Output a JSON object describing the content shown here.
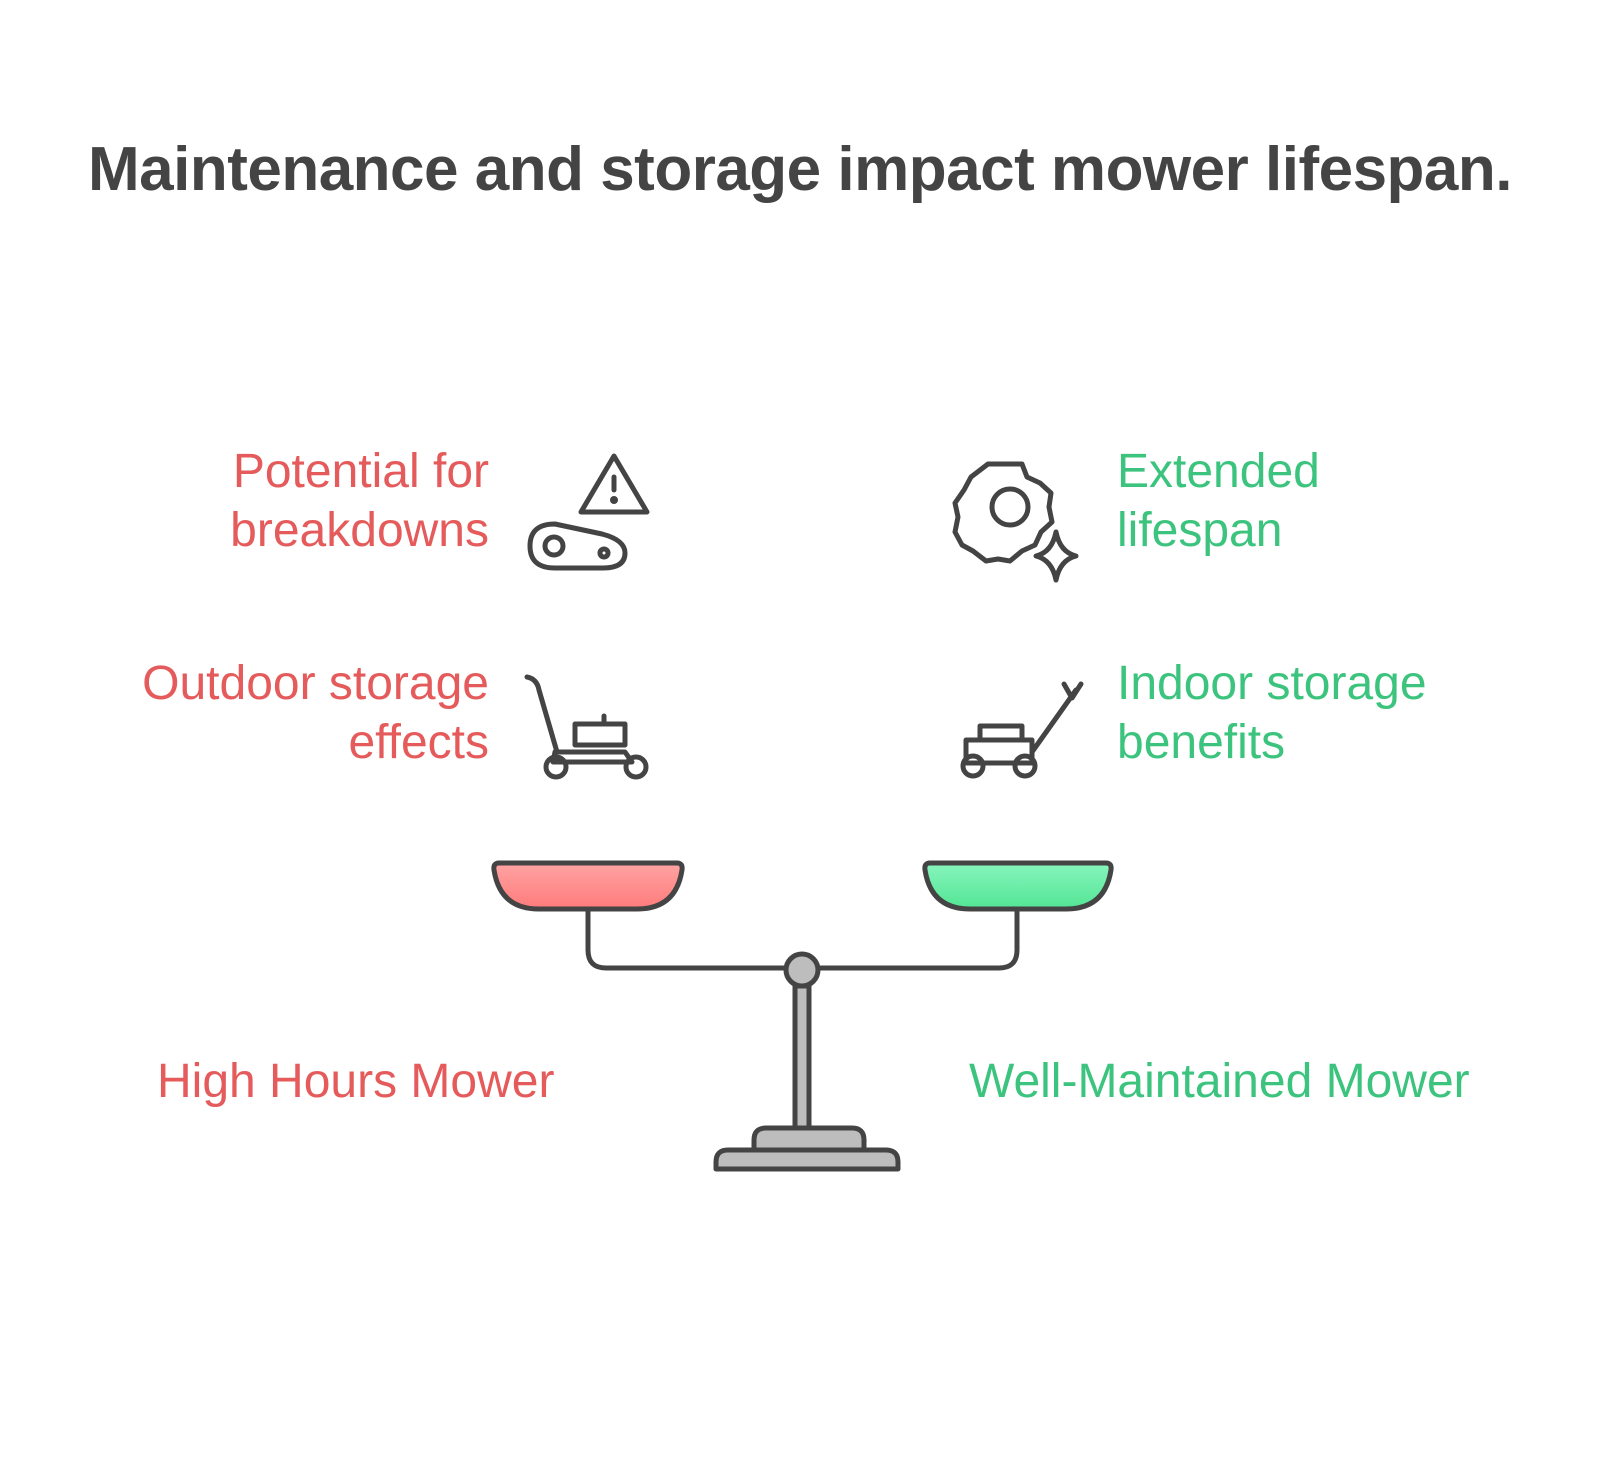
{
  "title": "Maintenance and storage impact mower lifespan.",
  "left": {
    "name": "High Hours Mower",
    "items": [
      {
        "label": "Potential for\nbreakdowns",
        "icon": "warning-belt-icon"
      },
      {
        "label": "Outdoor storage\neffects",
        "icon": "push-mower-icon"
      }
    ]
  },
  "right": {
    "name": "Well-Maintained Mower",
    "items": [
      {
        "label": "Extended\nlifespan",
        "icon": "gear-sparkle-icon"
      },
      {
        "label": "Indoor storage\nbenefits",
        "icon": "lawn-mower-icon"
      }
    ]
  },
  "colors": {
    "left_accent": "#e55b5b",
    "right_accent": "#3cc47e",
    "left_pan": "#ff8080",
    "right_pan": "#5ceea0",
    "stroke": "#444444",
    "stand": "#bdbdbd"
  }
}
